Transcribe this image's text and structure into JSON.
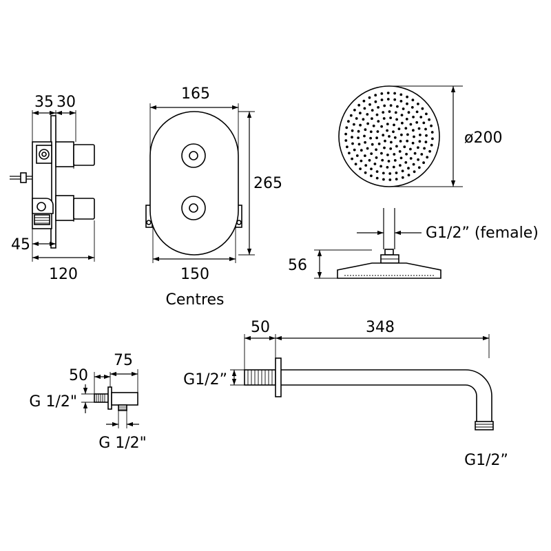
{
  "valve_side": {
    "dim_35": "35",
    "dim_30": "30",
    "dim_45": "45",
    "dim_120": "120"
  },
  "faceplate": {
    "dim_165": "165",
    "dim_265": "265",
    "dim_150": "150",
    "centres": "Centres"
  },
  "shower_head": {
    "diameter": "ø200",
    "thread": "G1/2” (female)",
    "height": "56"
  },
  "wall_outlet": {
    "dim_50": "50",
    "dim_75": "75",
    "thread_left": "G 1/2\"",
    "thread_bottom": "G 1/2\""
  },
  "shower_arm": {
    "dim_50": "50",
    "dim_348": "348",
    "thread_left": "G1/2”",
    "thread_outlet": "G1/2”"
  }
}
